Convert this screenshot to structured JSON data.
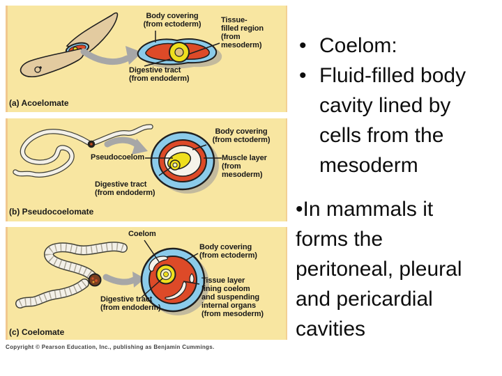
{
  "content": {
    "bullets": [
      {
        "marker": "•",
        "text": "Coelom:"
      },
      {
        "marker": "•",
        "text": "Fluid-filled body\ncavity lined by\ncells from the\nmesoderm"
      }
    ],
    "paragraph": "•In mammals it\nforms the\nperitoneal, pleural\nand pericardial\ncavities"
  },
  "panels": [
    {
      "caption": "(a) Acoelomate",
      "labels": {
        "body_covering": "Body covering\n(from ectoderm)",
        "tissue_filled": "Tissue-\nfilled region\n(from\nmesoderm)",
        "digestive_tract": "Digestive tract\n(from endoderm)"
      }
    },
    {
      "caption": "(b) Pseudocoelomate",
      "labels": {
        "pseudocoelom": "Pseudocoelom",
        "body_covering": "Body covering\n(from ectoderm)",
        "muscle_layer": "Muscle layer\n(from\nmesoderm)",
        "digestive_tract": "Digestive tract\n(from endoderm)"
      }
    },
    {
      "caption": "(c) Coelomate",
      "labels": {
        "coelom": "Coelom",
        "body_covering": "Body covering\n(from ectoderm)",
        "tissue_layer": "Tissue layer\nlining coelom\nand suspending\ninternal organs\n(from mesoderm)",
        "digestive_tract": "Digestive tract\n(from endoderm)"
      }
    }
  ],
  "footer": {
    "copyright": "Copyright © Pearson Education, Inc., publishing as Benjamin Cummings."
  },
  "colors": {
    "slide_bg": "#FFFFFF",
    "panel_bg": "#F8E6A1",
    "ectoderm_blue": "#8BCBEA",
    "mesoderm_red": "#DD4A28",
    "endoderm_yellow": "#EFDF1E",
    "coelom_white": "#F6F3EA",
    "worm_tan": "#E3CBA0",
    "worm_white": "#F3F0E8",
    "arrow_gray": "#A7A7A7",
    "shadow_gray": "#B2AB9C",
    "ink": "#1F1F1F"
  }
}
